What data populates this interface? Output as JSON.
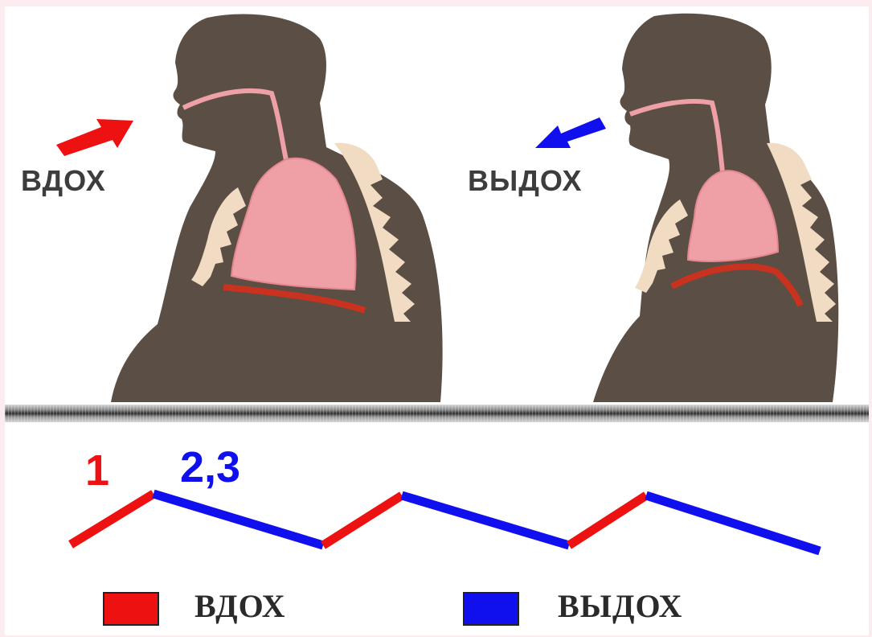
{
  "labels": {
    "inhale_top": "ВДОХ",
    "exhale_top": "ВЫДОХ"
  },
  "graph": {
    "num_inhale": "1",
    "num_exhale": "2,3"
  },
  "legend": {
    "inhale": "ВДОХ",
    "exhale": "ВЫДОХ"
  },
  "colors": {
    "inhale": "#ee1111",
    "exhale": "#1010ee",
    "body": "#5b4e45",
    "lung": "#ef9fa6",
    "spine": "#f1dcc3",
    "diaphragm": "#c8321e"
  }
}
